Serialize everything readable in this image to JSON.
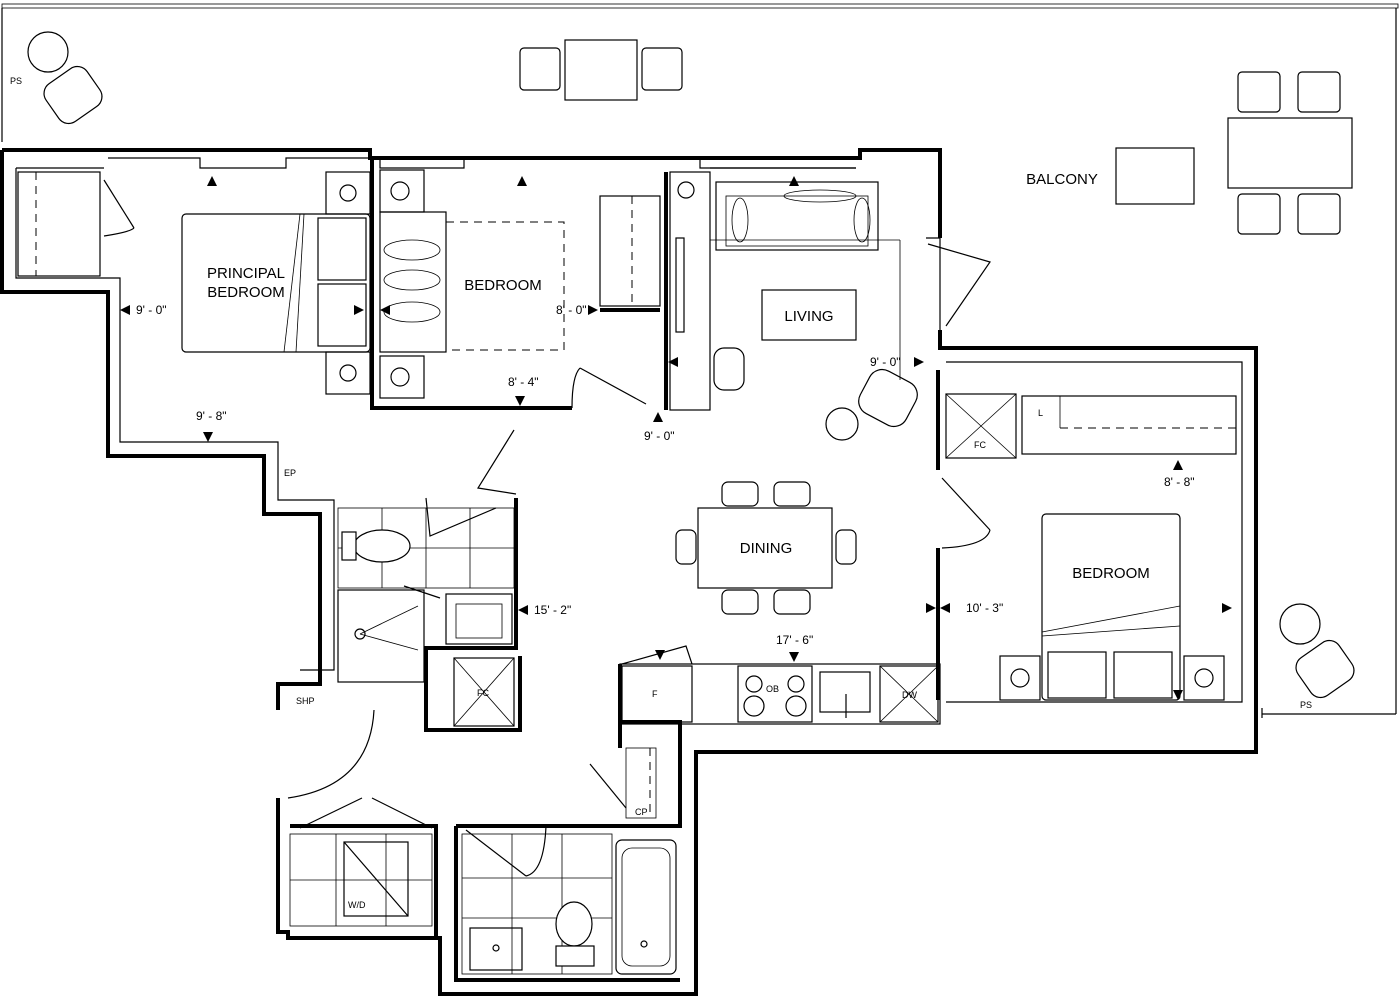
{
  "rooms": {
    "principal_bedroom": [
      "PRINCIPAL",
      "BEDROOM"
    ],
    "bedroom_2": "BEDROOM",
    "living": "LIVING",
    "dining": "DINING",
    "bedroom_3": "BEDROOM",
    "balcony": "BALCONY"
  },
  "dimensions": {
    "principal_width": "9' - 0\"",
    "principal_length": "9' - 8\"",
    "bedroom2_width": "8' - 0\"",
    "bedroom2_length": "8' - 4\"",
    "living_width": "9' - 0\"",
    "living_depth": "9' - 0\"",
    "bath_length": "15' - 2\"",
    "kitchen_length": "17' - 6\"",
    "bedroom3_width": "10' - 3\"",
    "bedroom3_length": "8' - 8\""
  },
  "fixtures": {
    "ps_top": "PS",
    "ps_right": "PS",
    "fc_bath": "FC",
    "fc_bedroom": "FC",
    "linen": "L",
    "fridge": "F",
    "oven": "OB",
    "dishwasher": "DW",
    "washer_dryer": "W/D",
    "shp": "SHP",
    "ep": "EP",
    "cp": "CP"
  }
}
